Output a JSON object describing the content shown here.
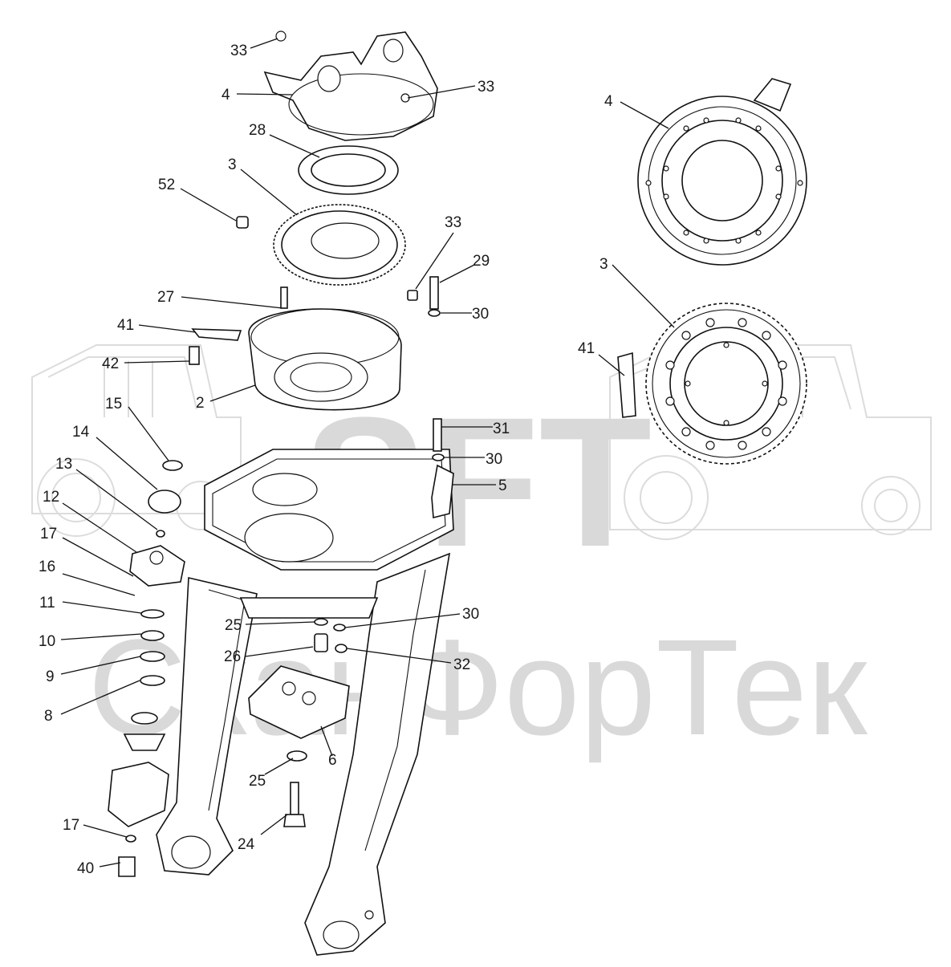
{
  "watermark": {
    "brand": "SFT",
    "company": "СканФорТек",
    "color": "#d9d9d9"
  },
  "labels": {
    "p33a": "33",
    "p4a": "4",
    "p33b": "33",
    "p28": "28",
    "p3a": "3",
    "p52": "52",
    "p33c": "33",
    "p29": "29",
    "p27": "27",
    "p30a": "30",
    "p41a": "41",
    "p42": "42",
    "p2": "2",
    "p15": "15",
    "p31": "31",
    "p14": "14",
    "p30b": "30",
    "p13": "13",
    "p5": "5",
    "p12": "12",
    "p17a": "17",
    "p16": "16",
    "p11": "11",
    "p25a": "25",
    "p30c": "30",
    "p10": "10",
    "p26": "26",
    "p32": "32",
    "p9": "9",
    "p8": "8",
    "p25b": "25",
    "p6": "6",
    "p17b": "17",
    "p24": "24",
    "p40": "40",
    "p4b": "4",
    "p3b": "3",
    "p41b": "41"
  },
  "icons": {
    "tractor_watermark": "tractor-silhouette-icon"
  }
}
